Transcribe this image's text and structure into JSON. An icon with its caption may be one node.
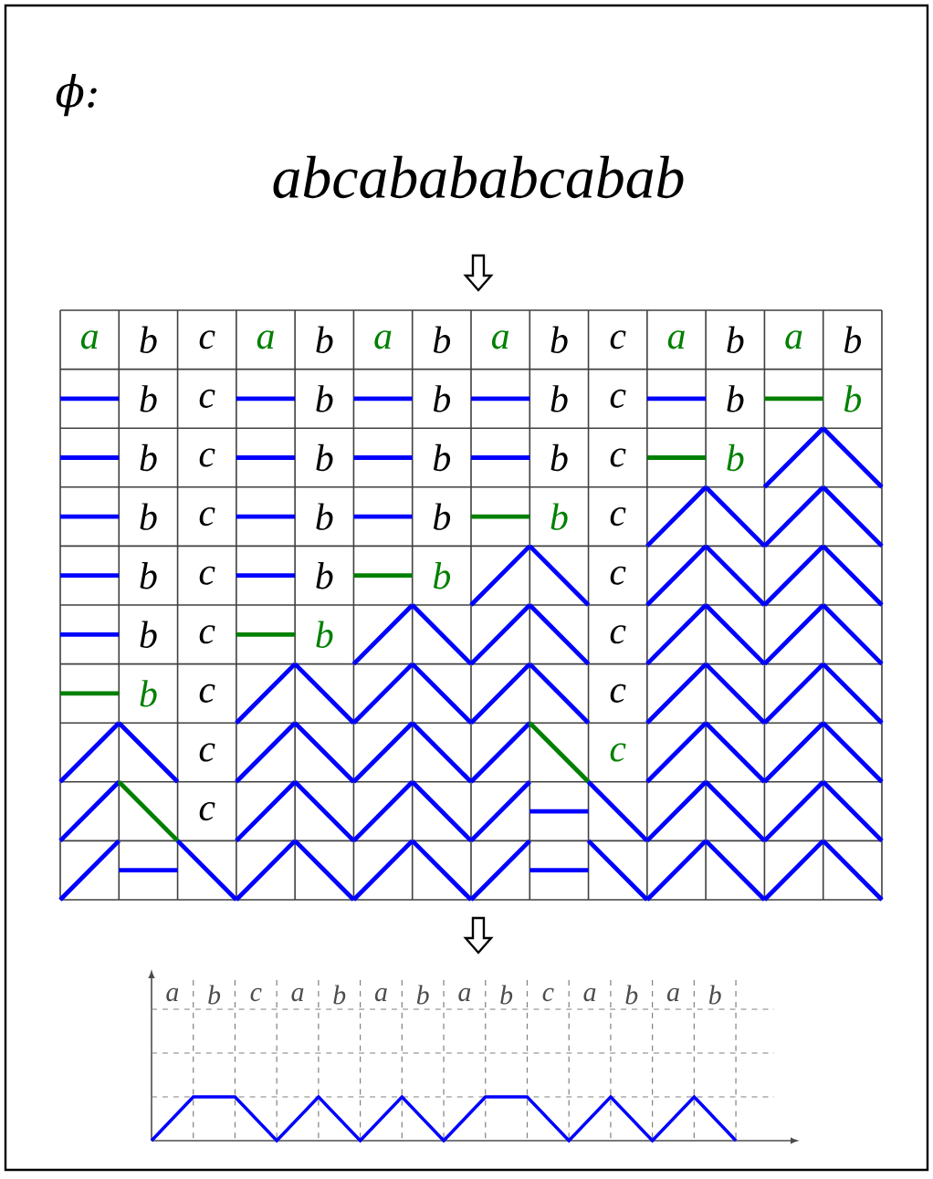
{
  "diagram": {
    "labels": [
      "ϕ:",
      "abcabababcabab",
      "a",
      "b",
      "c",
      "a",
      "b",
      "a",
      "b",
      "a",
      "b",
      "c",
      "a",
      "b",
      "a",
      "b",
      "b",
      "c",
      "b",
      "b",
      "b",
      "c",
      "b",
      "b",
      "b",
      "c",
      "b",
      "b",
      "b",
      "c",
      "b",
      "b",
      "c",
      "b",
      "b",
      "b",
      "c",
      "b",
      "c",
      "b",
      "b",
      "c",
      "b",
      "c",
      "b",
      "c",
      "b",
      "c",
      "c",
      "c",
      "c",
      "c",
      "a",
      "b",
      "c",
      "a",
      "b",
      "a",
      "b",
      "a",
      "b",
      "c",
      "a",
      "b",
      "a",
      "b"
    ]
  }
}
